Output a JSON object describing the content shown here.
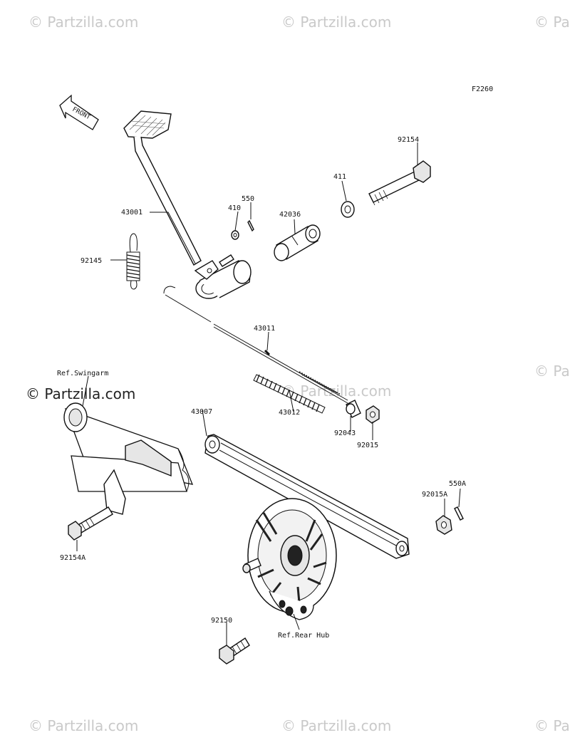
{
  "figure_code": "F2260",
  "front_label": "FRONT",
  "watermark": "© Partzilla.com",
  "parts": {
    "p43001": "43001",
    "p92145": "92145",
    "p410": "410",
    "p550": "550",
    "p42036": "42036",
    "p411": "411",
    "p92154": "92154",
    "p43011": "43011",
    "p43012": "43012",
    "p92043": "92043",
    "p92015": "92015",
    "p43007": "43007",
    "p92015A": "92015A",
    "p550A": "550A",
    "p92154A": "92154A",
    "p92150": "92150"
  },
  "references": {
    "swingarm": "Ref.Swingarm",
    "rear_hub": "Ref.Rear Hub"
  }
}
